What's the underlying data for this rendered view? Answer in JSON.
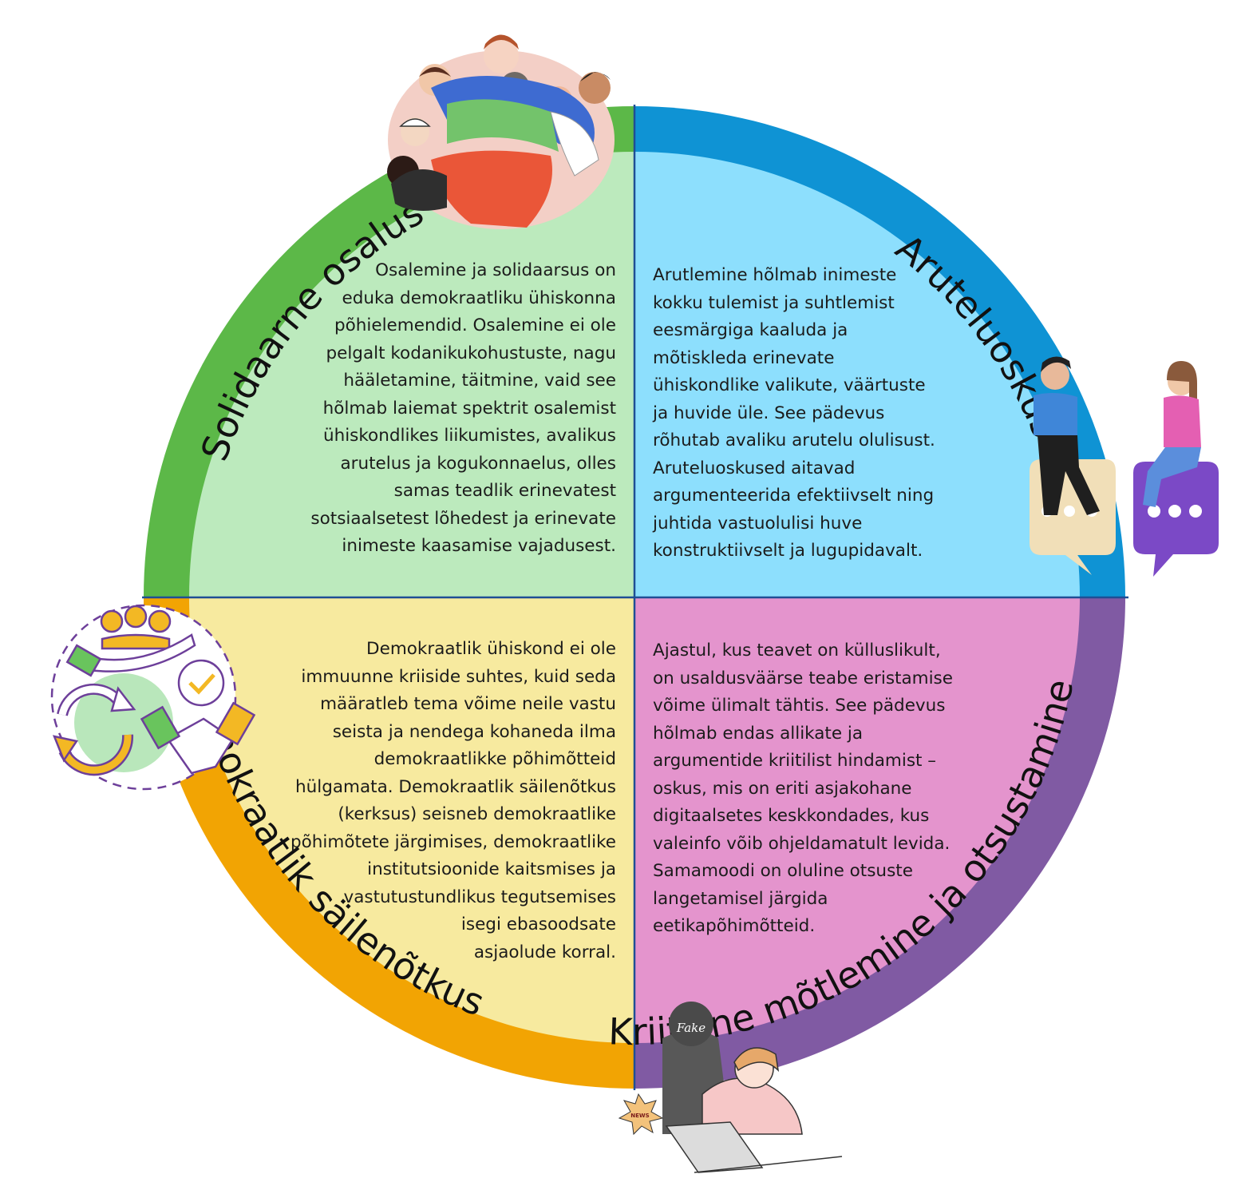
{
  "colors": {
    "green_ring": "#5cb848",
    "green_fill": "#bceabd",
    "blue_ring": "#0f93d4",
    "blue_fill": "#8ddffd",
    "orange_ring": "#f2a403",
    "yellow_fill": "#f7ea9f",
    "purple_ring": "#805aa3",
    "pink_fill": "#e494cd",
    "divider": "#1f4e95"
  },
  "quadrants": {
    "top_left": {
      "title": "Solidaarne osalus",
      "icon": "people-group-hug-icon",
      "lines": [
        "Osalemine ja solidaarsus on",
        "eduka demokraatliku ühiskonna",
        "põhielemendid. Osalemine ei ole",
        "pelgalt kodanikukohustuste, nagu",
        "hääletamine, täitmine, vaid see",
        "hõlmab laiemat spektrit osalemist",
        "ühiskondlikes liikumistes, avalikus",
        "arutelus ja kogukonnaelus, olles",
        "samas teadlik erinevatest",
        "sotsiaalsetest lõhedest ja erinevate",
        "inimeste kaasamise vajadusest."
      ]
    },
    "top_right": {
      "title": "Aruteluoskused",
      "icon": "people-discussion-speech-bubbles-icon",
      "lines": [
        "Arutlemine hõlmab inimeste",
        "kokku tulemist ja suhtlemist",
        "eesmärgiga kaaluda ja",
        "mõtiskleda erinevate",
        "ühiskondlike valikute, väärtuste",
        "ja huvide üle. See pädevus",
        "rõhutab avaliku arutelu olulisust.",
        "Aruteluoskused aitavad",
        "argumenteerida efektiivselt ning",
        "juhtida vastuolulisi huve",
        "konstruktiivselt ja lugupidavalt."
      ]
    },
    "bottom_left": {
      "title": "Demokraatlik säilenõtkus",
      "icon": "handshake-resilience-icon",
      "lines": [
        "Demokraatlik ühiskond ei ole",
        "immuunne kriiside suhtes, kuid seda",
        "määratleb tema võime neile vastu",
        "seista ja nendega kohaneda ilma",
        "demokraatlikke põhimõtteid",
        "hülgamata. Demokraatlik säilenõtkus",
        "(kerksus) seisneb demokraatlike",
        "põhimõtete järgimises, demokraatlike",
        "institutsioonide kaitsmises ja",
        "vastutustundlikus tegutsemises",
        "isegi ebasoodsate",
        "asjaolude korral."
      ]
    },
    "bottom_right": {
      "title": "Kriitiline mõtlemine ja otsustamine",
      "icon": "fake-news-laptop-icon",
      "icon_text_fake": "Fake",
      "icon_text_news": "NEWS",
      "lines": [
        "Ajastul, kus teavet on külluslikult,",
        "on usaldusväärse teabe eristamise",
        "võime ülimalt tähtis. See pädevus",
        "hõlmab endas allikate ja",
        "argumentide kriitilist hindamist –",
        "oskus, mis on eriti asjakohane",
        "digitaalsetes keskkondades, kus",
        "valeinfo võib ohjeldamatult levida.",
        "Samamoodi on oluline otsuste",
        "langetamisel järgida",
        "eetikapõhimõtteid."
      ]
    }
  }
}
